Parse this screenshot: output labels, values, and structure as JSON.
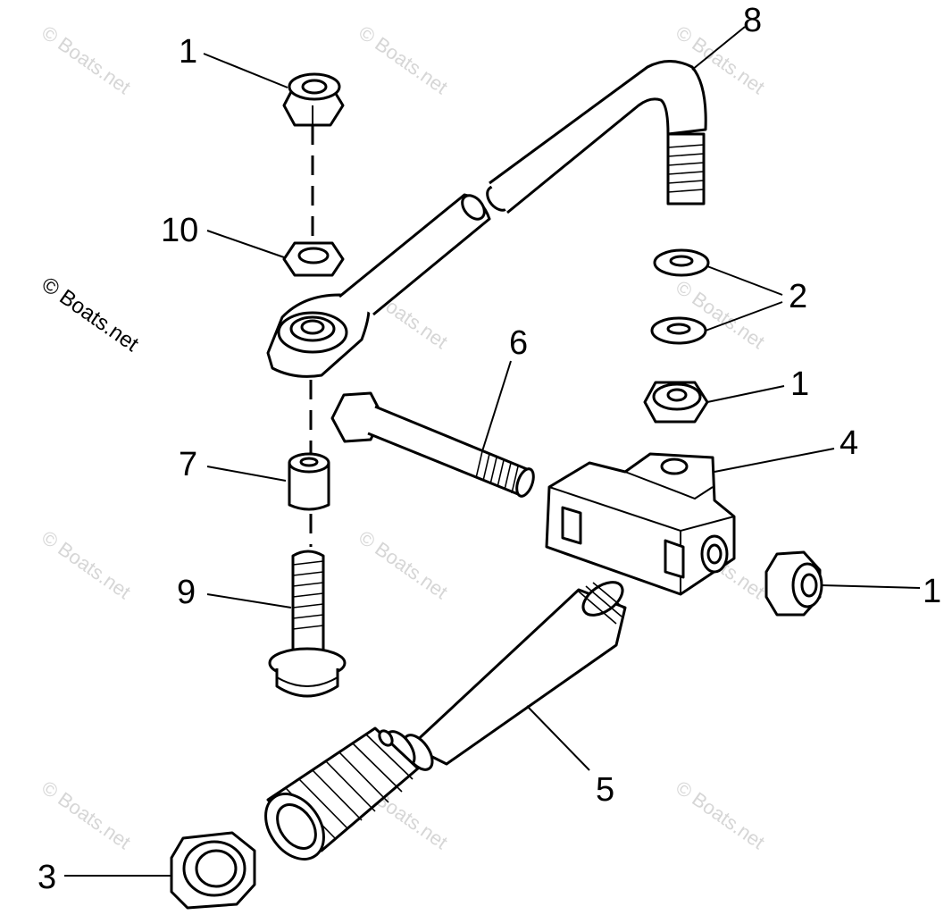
{
  "watermark": {
    "text": "© Boats.net",
    "color": "#d6d6d6"
  },
  "callouts": {
    "c1_top": "1",
    "c8": "8",
    "c10": "10",
    "c2": "2",
    "c6": "6",
    "c1_mid": "1",
    "c4": "4",
    "c7": "7",
    "c1_right": "1",
    "c9": "9",
    "c5": "5",
    "c3": "3"
  },
  "parts": [
    {
      "ref": "1",
      "name": "locknut-icon"
    },
    {
      "ref": "2",
      "name": "washer-icon"
    },
    {
      "ref": "3",
      "name": "jam-nut-icon"
    },
    {
      "ref": "4",
      "name": "link-block-icon"
    },
    {
      "ref": "5",
      "name": "threaded-tube-icon"
    },
    {
      "ref": "6",
      "name": "bolt-icon"
    },
    {
      "ref": "7",
      "name": "spacer-icon"
    },
    {
      "ref": "8",
      "name": "steering-link-rod-icon"
    },
    {
      "ref": "9",
      "name": "flange-bolt-icon"
    },
    {
      "ref": "10",
      "name": "flat-nut-icon"
    }
  ]
}
